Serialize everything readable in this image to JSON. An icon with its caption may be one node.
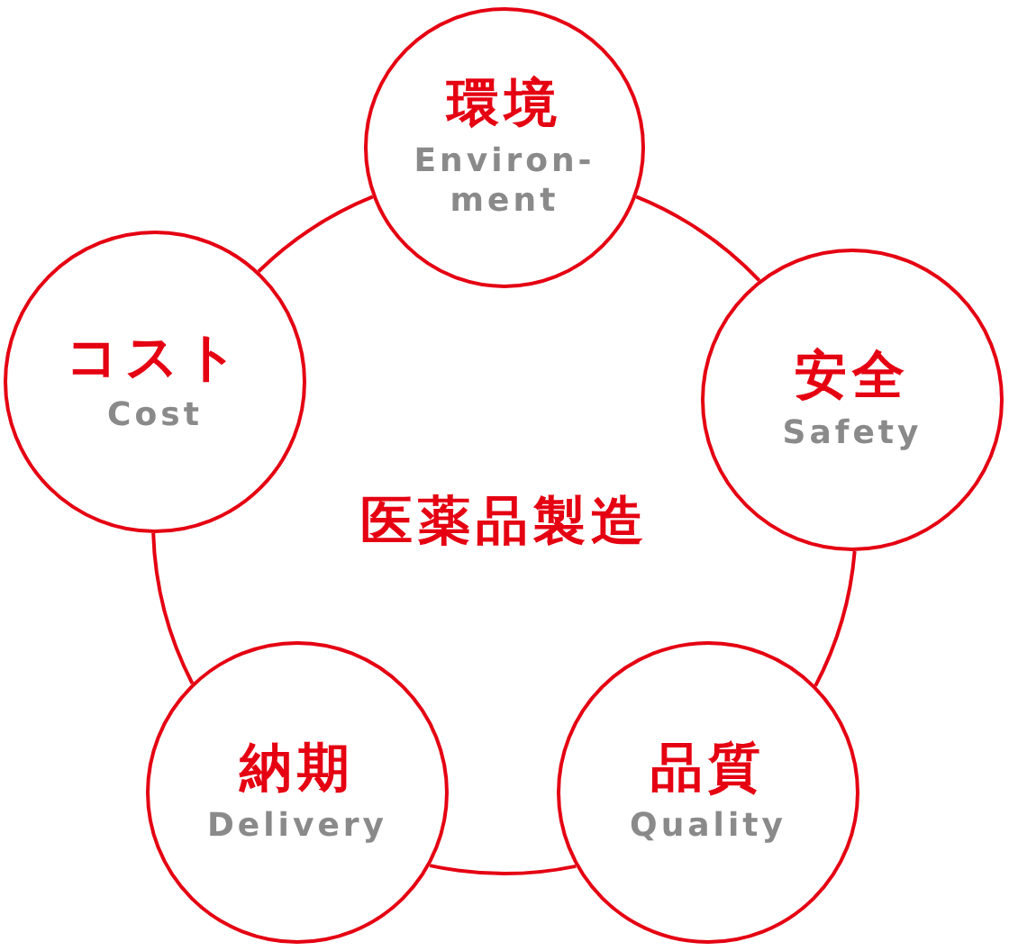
{
  "diagram": {
    "nodes": [
      {
        "text": [
          "医薬品製造"
        ]
      },
      {
        "text": [
          "環境",
          "Environ- ment"
        ]
      },
      {
        "text": [
          "安全",
          "Safety"
        ]
      },
      {
        "text": [
          "品質",
          "Quality"
        ]
      },
      {
        "text": [
          "納期",
          "Delivery"
        ]
      },
      {
        "text": [
          "コスト",
          "Cost"
        ]
      }
    ]
  }
}
